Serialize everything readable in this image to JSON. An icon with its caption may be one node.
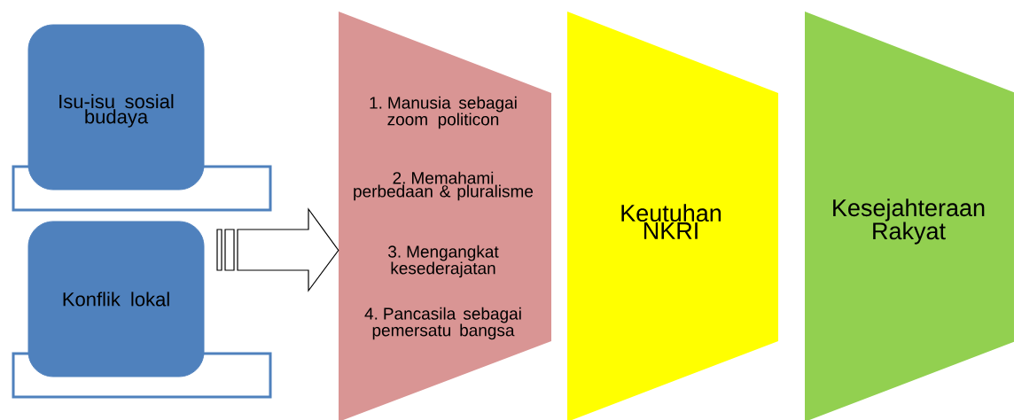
{
  "diagram": {
    "nodes": [
      {
        "text": [
          "Isu-isu sosial budaya"
        ]
      },
      {
        "text": [
          "Konflik lokal"
        ]
      },
      {
        "text": [
          "1. Manusia sebagai zoom politicon",
          "2. Memahami perbedaan & pluralisme",
          "3. Mengangkat kesederajatan",
          "4. Pancasila sebagai pemersatu bangsa"
        ]
      },
      {
        "text": [
          "Keutuhan NKRI"
        ]
      },
      {
        "text": [
          "Kesejahteraan Rakyat"
        ]
      }
    ],
    "edges": [
      {
        "from": null,
        "to": 2,
        "arrow": "to"
      }
    ]
  }
}
